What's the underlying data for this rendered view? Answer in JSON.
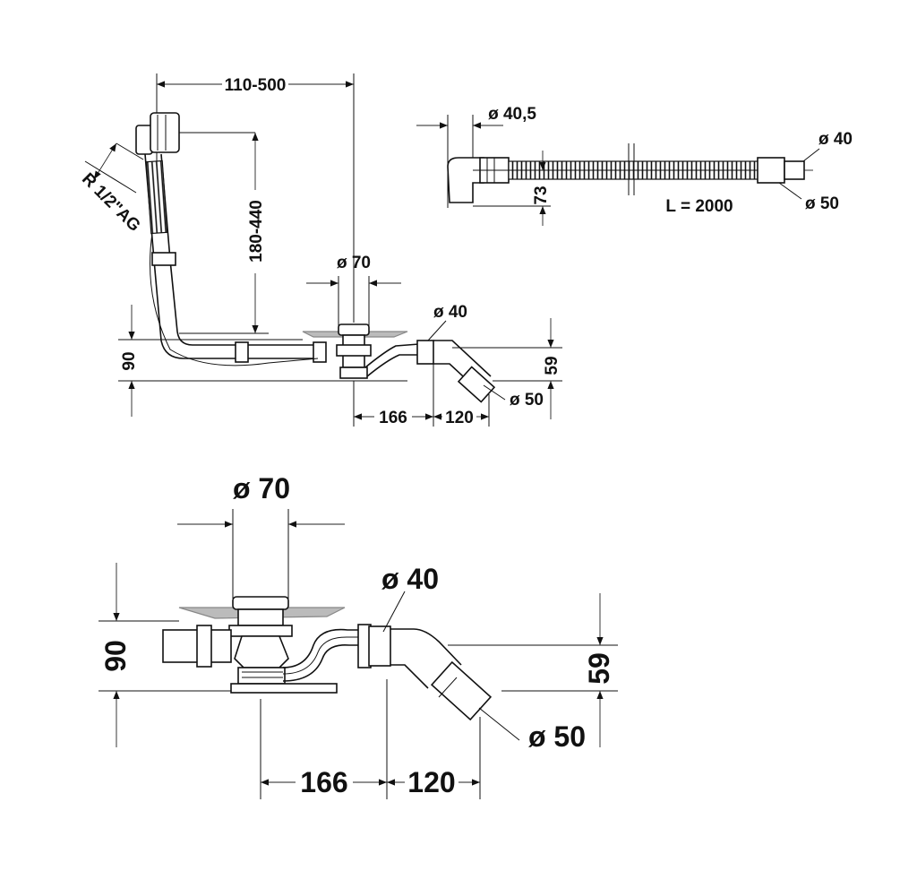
{
  "top_view": {
    "dim_overflow_reach": "110-500",
    "dim_overflow_height": "180-440",
    "thread_label": "R 1/2\"AG",
    "dim_drain_diameter": "ø 70",
    "dim_outlet_diameter": "ø 40",
    "dim_total_height": "90",
    "dim_outlet_height": "59",
    "dim_outlet_end_diameter": "ø 50",
    "dim_offset_a": "166",
    "dim_offset_b": "120"
  },
  "hose_view": {
    "dim_inlet_diameter": "ø 40,5",
    "dim_height": "73",
    "dim_length": "L = 2000",
    "dim_end_diameter_small": "ø 40",
    "dim_end_diameter_large": "ø 50"
  },
  "detail_view": {
    "dim_drain_diameter": "ø 70",
    "dim_outlet_diameter": "ø 40",
    "dim_total_height": "90",
    "dim_outlet_height": "59",
    "dim_outlet_end_diameter": "ø 50",
    "dim_offset_a": "166",
    "dim_offset_b": "120"
  }
}
